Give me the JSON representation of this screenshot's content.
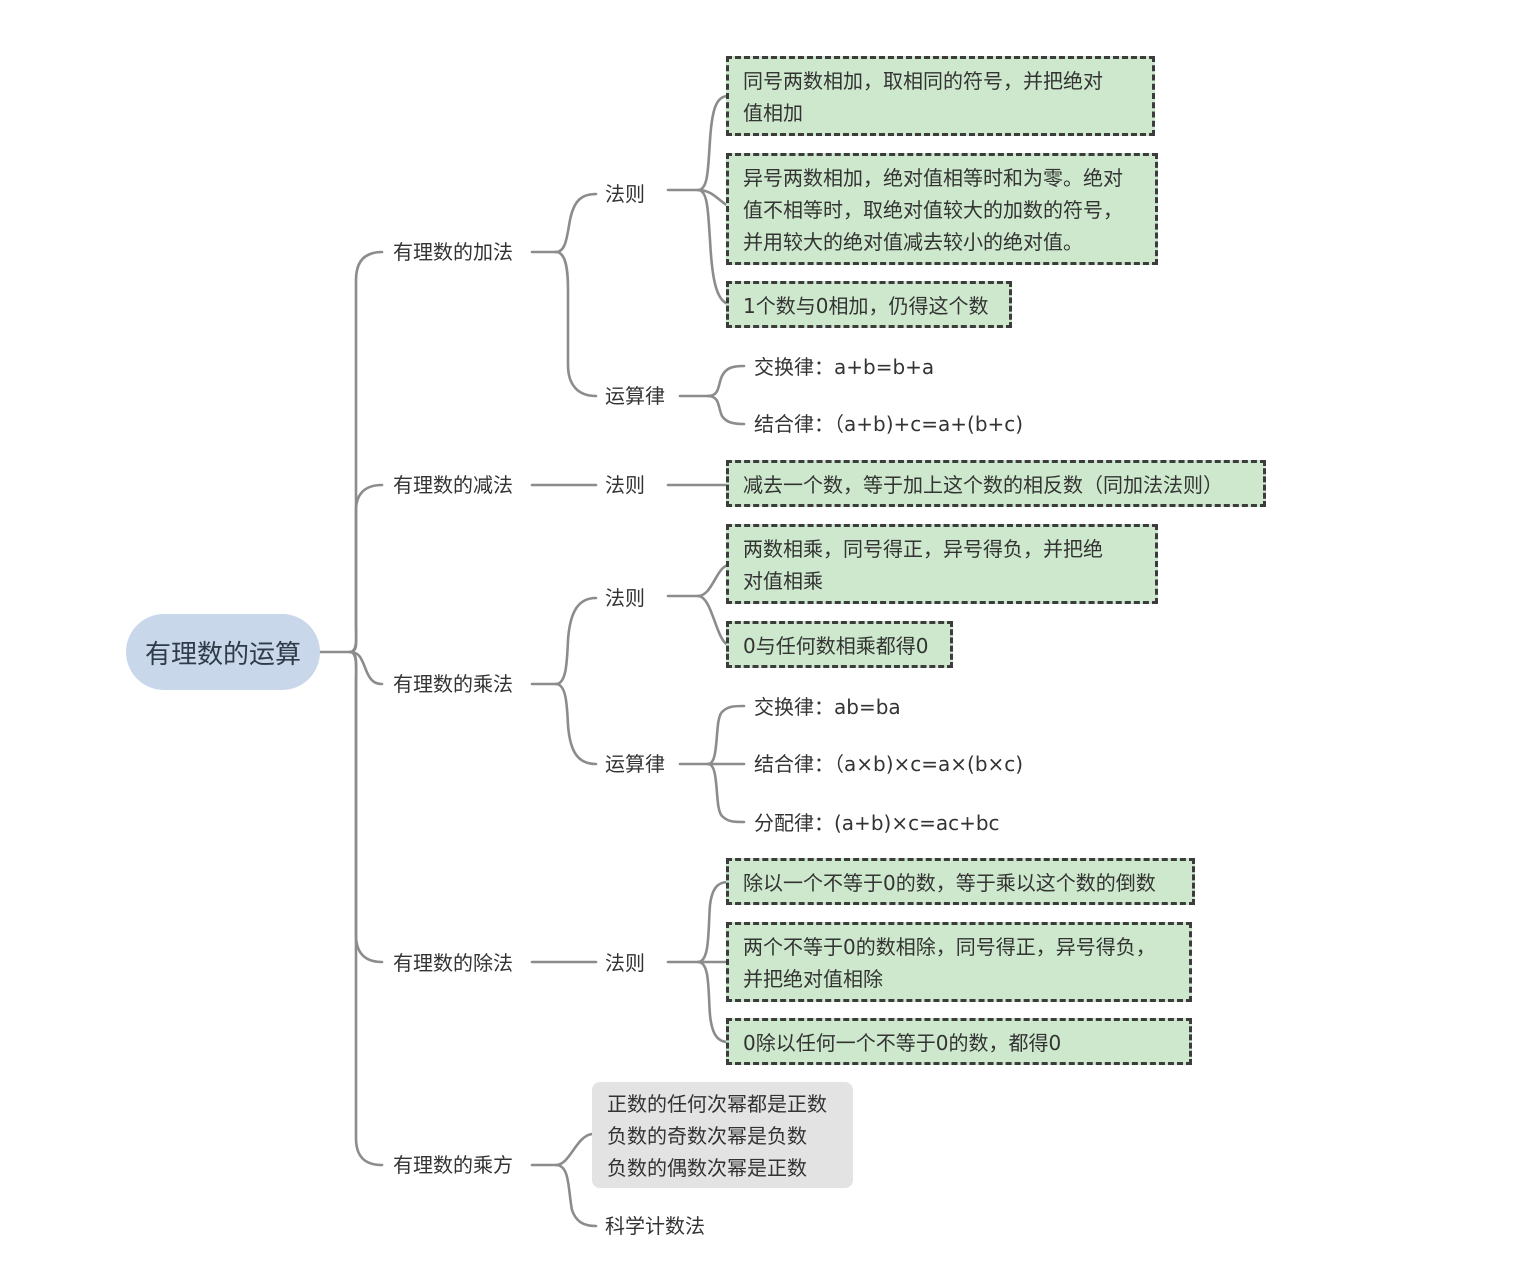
{
  "root": "有理数的运算",
  "addition": {
    "label": "有理数的加法",
    "rules_label": "法则",
    "rules": [
      [
        "同号两数相加，取相同的符号，并把绝对",
        "值相加"
      ],
      [
        "异号两数相加，绝对值相等时和为零。绝对",
        "值不相等时，取绝对值较大的加数的符号，",
        "并用较大的绝对值减去较小的绝对值。"
      ],
      [
        "1个数与0相加，仍得这个数"
      ]
    ],
    "laws_label": "运算律",
    "laws": [
      "交换律：a+b=b+a",
      "结合律：（a+b)+c=a+(b+c)"
    ]
  },
  "subtraction": {
    "label": "有理数的减法",
    "rules_label": "法则",
    "rule": "减去一个数，等于加上这个数的相反数（同加法法则）"
  },
  "multiplication": {
    "label": "有理数的乘法",
    "rules_label": "法则",
    "rules": [
      [
        "两数相乘，同号得正，异号得负，并把绝",
        "对值相乘"
      ],
      [
        "0与任何数相乘都得0"
      ]
    ],
    "laws_label": "运算律",
    "laws": [
      "交换律：ab=ba",
      "结合律：（a×b)×c=a×(b×c)",
      "分配律：(a+b)×c=ac+bc"
    ]
  },
  "division": {
    "label": "有理数的除法",
    "rules_label": "法则",
    "rules": [
      [
        "除以一个不等于0的数，等于乘以这个数的倒数"
      ],
      [
        "两个不等于0的数相除，同号得正，异号得负，",
        "并把绝对值相除"
      ],
      [
        "0除以任何一个不等于0的数，都得0"
      ]
    ]
  },
  "power": {
    "label": "有理数的乘方",
    "facts": [
      "正数的任何次幂都是正数",
      "负数的奇数次幂是负数",
      "负数的偶数次幂是正数"
    ],
    "sci_notation": "科学计数法"
  }
}
